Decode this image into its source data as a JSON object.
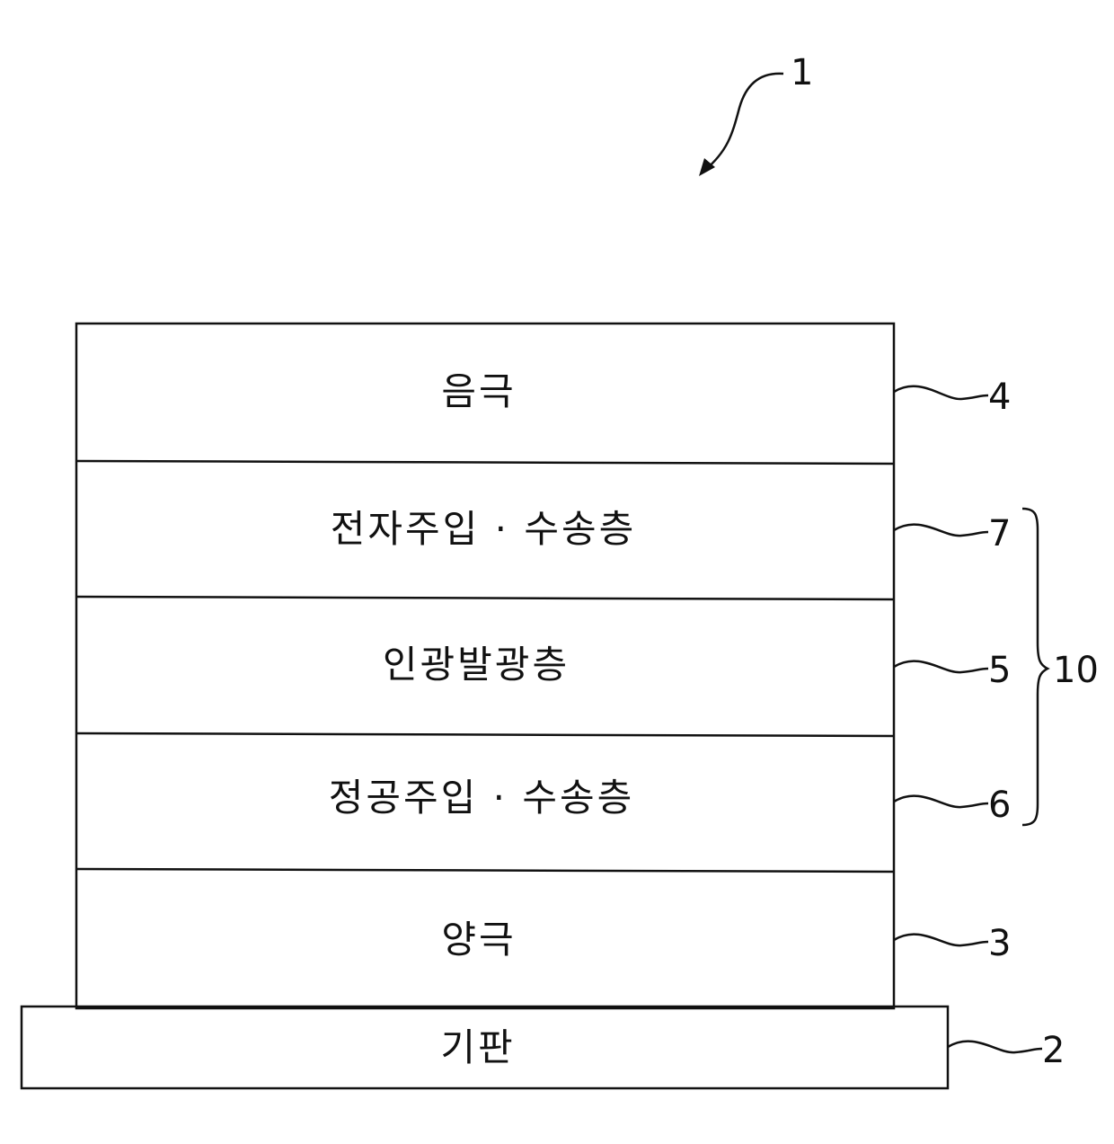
{
  "device_ref": "1",
  "layers": [
    {
      "id": "cathode",
      "label": "음극",
      "ref": "4"
    },
    {
      "id": "electron-transport",
      "label": "전자주입 · 수송층",
      "ref": "7"
    },
    {
      "id": "emitting",
      "label": "인광발광층",
      "ref": "5"
    },
    {
      "id": "hole-transport",
      "label": "정공주입 · 수송층",
      "ref": "6"
    },
    {
      "id": "anode",
      "label": "양극",
      "ref": "3"
    }
  ],
  "substrate": {
    "label": "기판",
    "ref": "2"
  },
  "group_ref": "10"
}
